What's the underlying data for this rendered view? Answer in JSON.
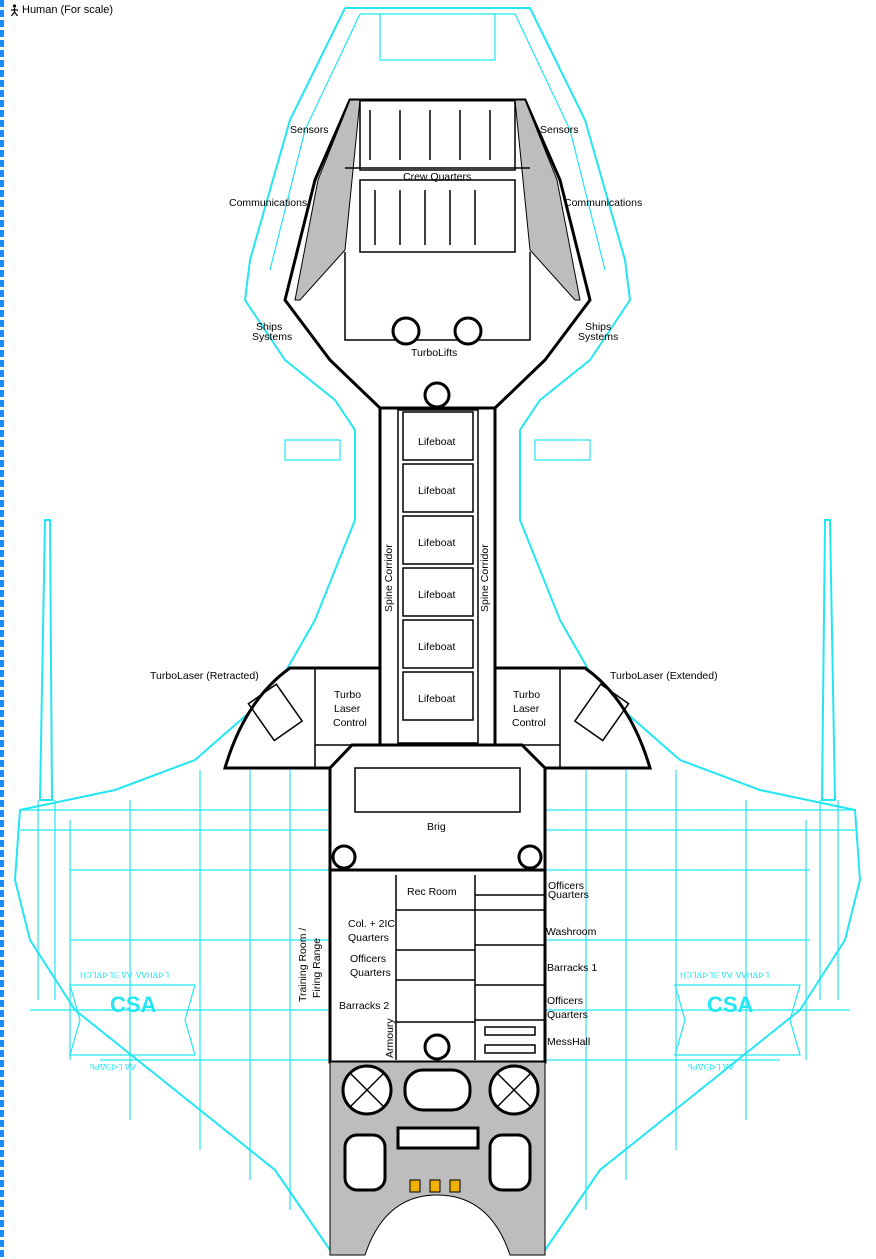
{
  "legend": {
    "icon": "human-figure-icon",
    "label": "Human (For scale)"
  },
  "colors": {
    "hull": "#22e6f2",
    "deck": "#000000",
    "scale_bar": "#1a8cff"
  },
  "labels": {
    "sensors_left": "Sensors",
    "sensors_right": "Sensors",
    "crew_quarters": "Crew Quarters",
    "communications_left": "Communications",
    "communications_right": "Communications",
    "ships_systems_left": [
      "Ships",
      "Systems"
    ],
    "ships_systems_right": [
      "Ships",
      "Systems"
    ],
    "turbolifts": "TurboLifts",
    "lifeboats": [
      "Lifeboat",
      "Lifeboat",
      "Lifeboat",
      "Lifeboat",
      "Lifeboat",
      "Lifeboat"
    ],
    "spine_corridor_left": "Spine Corridor",
    "spine_corridor_right": "Spine Corridor",
    "turbolaser_retracted": "TurboLaser (Retracted)",
    "turbolaser_extended": "TurboLaser (Extended)",
    "turbolaser_control_left": [
      "Turbo",
      "Laser",
      "Control"
    ],
    "turbolaser_control_right": [
      "Turbo",
      "Laser",
      "Control"
    ],
    "brig": "Brig",
    "rec_room": "Rec Room",
    "officers_quarters_1": [
      "Officers",
      "Quarters"
    ],
    "col_2ic_quarters": [
      "Col. + 2IC",
      "Quarters"
    ],
    "washroom": "Washroom",
    "training_room": [
      "Training Room /",
      "Firing Range"
    ],
    "officers_quarters_2": [
      "Officers",
      "Quarters"
    ],
    "barracks_1": "Barracks 1",
    "barracks_2": "Barracks 2",
    "officers_quarters_3": [
      "Officers",
      "Quarters"
    ],
    "armoury": "Armoury",
    "messhall": "MessHall"
  },
  "insignia": {
    "text": "CSA",
    "glyph_top": "ᕼᑐᒣᐃᐅᒣᕮ ᐁᐯ ᐺᐯᕼᐃᐅᒣ",
    "glyph_bottom": "ᑫᑯᐁᕮᐅᒣ ᐁᐯ"
  }
}
